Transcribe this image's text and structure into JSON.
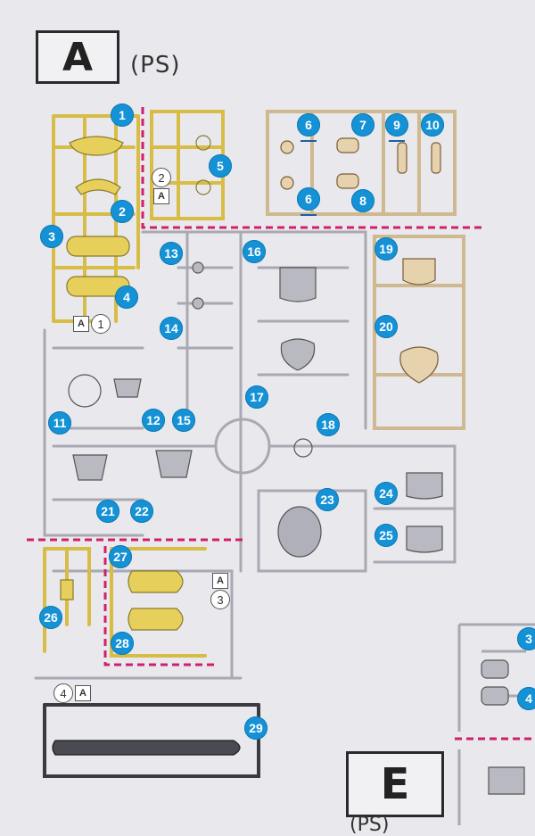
{
  "header": {
    "runner": "A",
    "material": "(PS)"
  },
  "footer": {
    "runner": "E",
    "material": "(PS)"
  },
  "colors": {
    "yellow_parts": "#e7cf5c",
    "beige_parts": "#e6d2ad",
    "grey_parts": "#9c9ca6",
    "dark_parts": "#2f2f34",
    "callout": "#1592d6",
    "cut_line": "#d1206b"
  },
  "callouts": [
    "1",
    "2",
    "3",
    "4",
    "5",
    "6",
    "6",
    "7",
    "8",
    "9",
    "10",
    "11",
    "12",
    "13",
    "14",
    "15",
    "16",
    "17",
    "18",
    "19",
    "20",
    "21",
    "22",
    "23",
    "24",
    "25",
    "26",
    "27",
    "28",
    "29",
    "3",
    "4"
  ],
  "sprue_tags": [
    {
      "letter": "A",
      "number": "1"
    },
    {
      "letter": "A",
      "number": "2"
    },
    {
      "letter": "A",
      "number": "3"
    },
    {
      "letter": "A",
      "number": "4"
    }
  ]
}
